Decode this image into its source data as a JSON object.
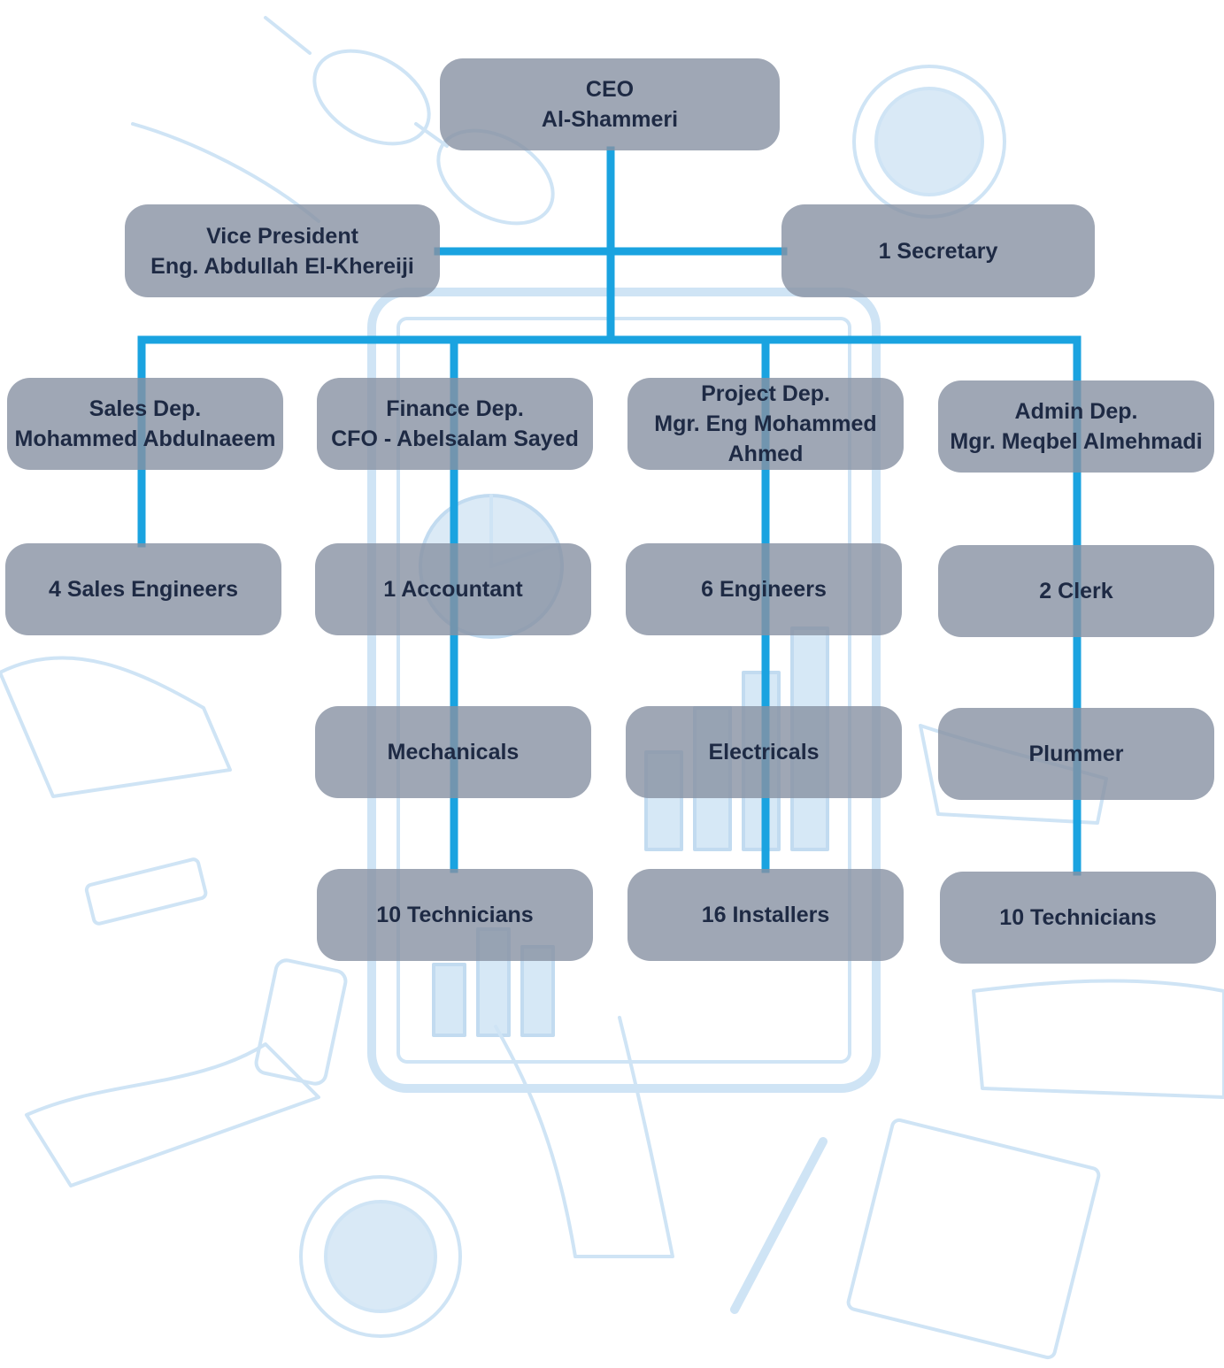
{
  "colors": {
    "connector": "#1aa3e0",
    "box_fill": "#8791a2",
    "box_text": "#1e2a44",
    "sketch": "#cfe4f5"
  },
  "nodes": {
    "ceo": {
      "title": "CEO",
      "name": "Al-Shammeri"
    },
    "vp": {
      "title": "Vice President",
      "name": "Eng. Abdullah El-Khereiji"
    },
    "secretary": {
      "title": "1 Secretary"
    },
    "sales": {
      "title": "Sales Dep.",
      "name": "Mohammed Abdulnaeem"
    },
    "finance": {
      "title": "Finance Dep.",
      "name": "CFO - Abelsalam Sayed"
    },
    "project": {
      "title": "Project Dep.",
      "name": "Mgr. Eng Mohammed Ahmed"
    },
    "admin": {
      "title": "Admin Dep.",
      "name": "Mgr. Meqbel Almehmadi"
    },
    "sales_engineers": {
      "title": "4 Sales Engineers"
    },
    "accountant": {
      "title": "1 Accountant"
    },
    "engineers": {
      "title": "6 Engineers"
    },
    "clerk": {
      "title": "2 Clerk"
    },
    "mechanicals": {
      "title": "Mechanicals"
    },
    "electricals": {
      "title": "Electricals"
    },
    "plummer": {
      "title": "Plummer"
    },
    "finance_technicians": {
      "title": "10 Technicians"
    },
    "installers": {
      "title": "16 Installers"
    },
    "admin_technicians": {
      "title": "10 Technicians"
    }
  }
}
